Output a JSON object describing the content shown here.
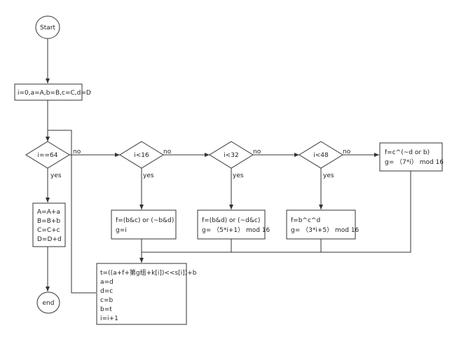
{
  "nodes": {
    "start": "Start",
    "init": "i=0,a=A,b=B,c=C,d=D",
    "cond_64": "i==64",
    "cond_16": "i<16",
    "cond_32": "i<32",
    "cond_48": "i<48",
    "final_add": [
      "A=A+a",
      "B=B+b",
      "C=C+c",
      "D=D+d"
    ],
    "f_16": [
      "f=(b&c) or (~b&d)",
      "g=i"
    ],
    "f_32": [
      "f=(b&d) or (~d&c)",
      "g= （5*i+1） mod 16"
    ],
    "f_48": [
      "f=b^c^d",
      "g= （3*i+5） mod 16"
    ],
    "f_64": [
      "f=c^(~d or b)",
      "g= （7*i） mod 16"
    ],
    "round": [
      "t=((a+f+第g组+k[i])<<s[i])+b",
      "a=d",
      "d=c",
      "c=b",
      "b=t",
      "i=i+1"
    ],
    "end": "end"
  },
  "edge_labels": {
    "no": "no",
    "yes": "yes"
  }
}
